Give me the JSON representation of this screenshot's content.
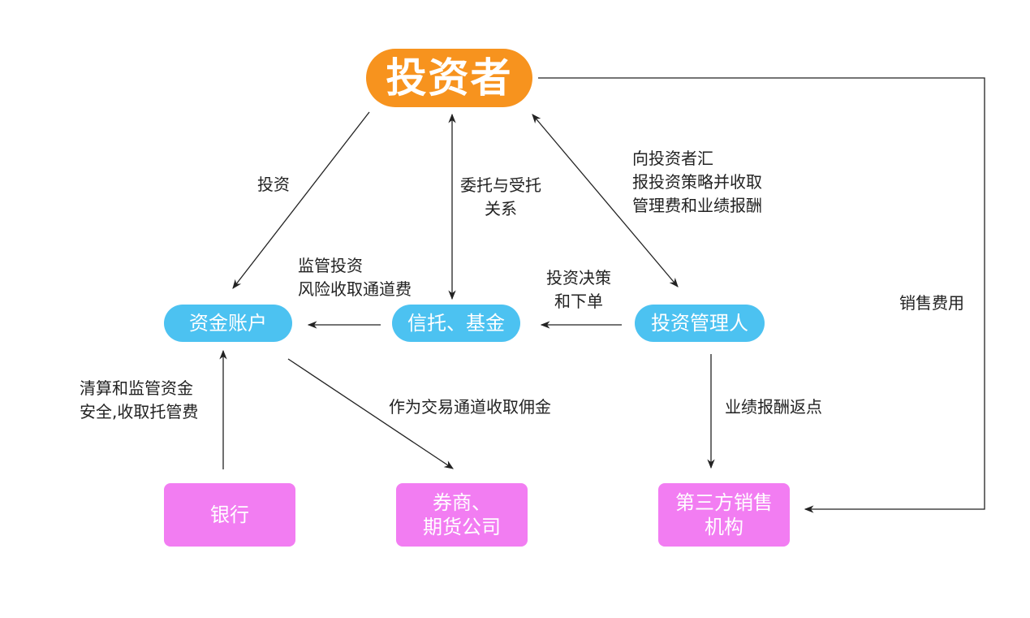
{
  "nodes": {
    "investor": "投资者",
    "fund_account": "资金账户",
    "trust_fund": "信托、基金",
    "investment_manager": "投资管理人",
    "bank": "银行",
    "broker": "券商、\n期货公司",
    "third_party_sales": "第三方销售\n机构"
  },
  "edges": {
    "invest": "投资",
    "entrust": "委托与受托\n关系",
    "report_strategy": "向投资者汇\n报投资策略并收取\n管理费和业绩报酬",
    "sales_fee": "销售费用",
    "supervise_risk": "监管投资\n风险收取通道费",
    "decision_order": "投资决策\n和下单",
    "clearing_custody": "清算和监管资金\n安全,收取托管费",
    "brokerage": "作为交易通道收取佣金",
    "performance_rebate": "业绩报酬返点"
  },
  "colors": {
    "investor_node": "#f7931e",
    "entity_node": "#4cc2f1",
    "institution_node": "#f27df2",
    "arrow": "#222222"
  }
}
